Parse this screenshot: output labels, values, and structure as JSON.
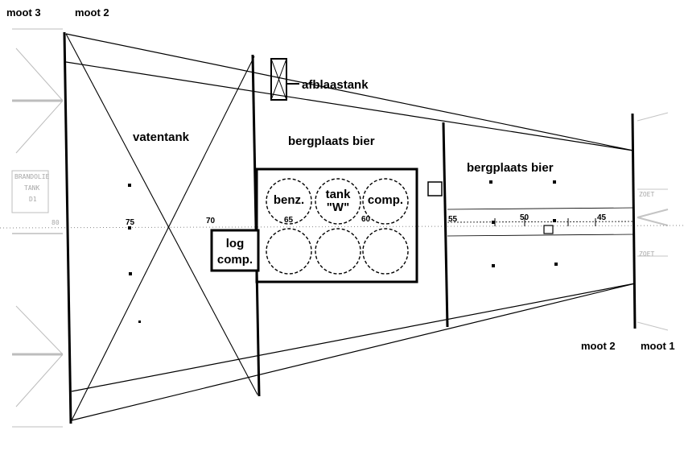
{
  "labels": {
    "moot3_top": "moot 3",
    "moot2_top": "moot 2",
    "afblaastank": "afblaastank",
    "vatentank": "vatentank",
    "bergplaats_bier_1": "bergplaats bier",
    "bergplaats_bier_2": "bergplaats bier",
    "benz": "benz.",
    "tank_w_line1": "tank",
    "tank_w_line2": "\"W\"",
    "comp": "comp.",
    "log_comp_line1": "log",
    "log_comp_line2": "comp.",
    "moot2_bottom": "moot 2",
    "moot1_bottom": "moot 1"
  },
  "frame_numbers": [
    "75",
    "70",
    "65",
    "60",
    "55",
    "50",
    "45"
  ],
  "ghost_text": {
    "left_tank_line1": "BRANDOLIE",
    "left_tank_line2": "TANK",
    "left_tank_line3": "D1",
    "left_small": "80",
    "right_top": "ZOET",
    "right_bottom": "ZOET"
  },
  "colors": {
    "line": "#000000",
    "ghost": "#a8a8a8",
    "background": "#ffffff"
  }
}
